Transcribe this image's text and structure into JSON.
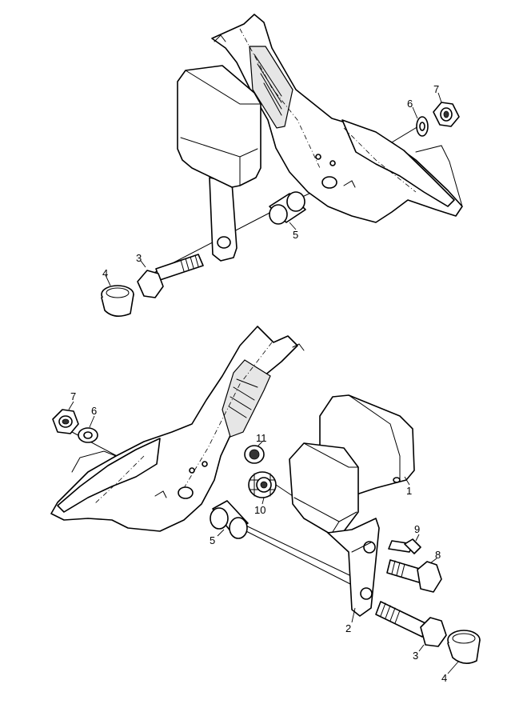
{
  "callouts": {
    "top": {
      "c3": "3",
      "c4": "4",
      "c5": "5",
      "c6": "6",
      "c7": "7"
    },
    "bottom": {
      "c1": "1",
      "c2": "2",
      "c3": "3",
      "c4": "4",
      "c5": "5",
      "c6": "6",
      "c7": "7",
      "c8": "8",
      "c9": "9",
      "c10": "10",
      "c11": "11"
    }
  }
}
